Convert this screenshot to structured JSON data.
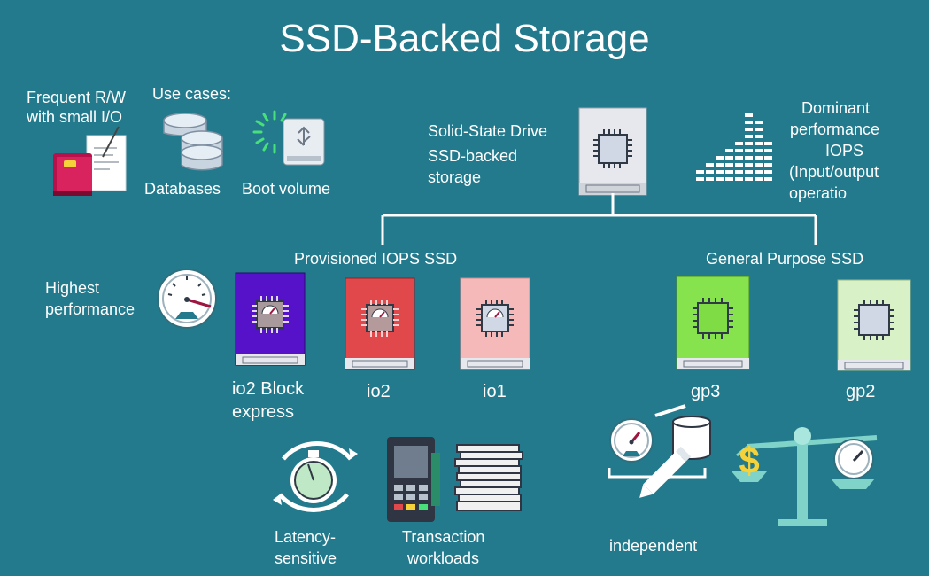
{
  "title": "SSD-Backed Storage",
  "use_cases": {
    "frequent": [
      "Frequent R/W",
      "with small I/O"
    ],
    "heading": "Use cases:",
    "databases": "Databases",
    "boot_volume": "Boot volume"
  },
  "drive": {
    "lines": [
      "Solid-State Drive",
      "SSD-backed",
      "storage"
    ]
  },
  "dominant": {
    "lines": [
      "Dominant",
      "performance",
      "IOPS",
      "(Input/output",
      "operatio"
    ]
  },
  "categories": {
    "provisioned": "Provisioned IOPS SSD",
    "general": "General Purpose SSD"
  },
  "highest": [
    "Highest",
    "performance"
  ],
  "volumes": {
    "io2be": [
      "io2 Block",
      "express"
    ],
    "io2": "io2",
    "io1": "io1",
    "gp3": "gp3",
    "gp2": "gp2"
  },
  "bottom": {
    "latency": [
      "Latency-",
      "sensitive"
    ],
    "transaction": [
      "Transaction",
      "workloads"
    ],
    "independent": "independent"
  },
  "colors": {
    "background": "#237a8c",
    "io2be": "#5512c9",
    "io2": "#e0484c",
    "io1": "#f6b9b9",
    "gp3": "#86e24d",
    "gp2": "#d9f1c7",
    "ssd_top": "#e6e8ee"
  }
}
